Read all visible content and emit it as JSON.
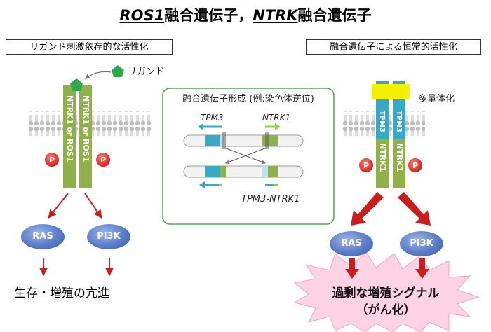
{
  "title": {
    "italic_part": "ROS1",
    "part2": "融合遺伝子，",
    "italic_part2": "NTRK",
    "part3": "融合遺伝子"
  },
  "left_panel": {
    "label": "リガンド刺激依存的な活性化",
    "ligand_label": "リガンド",
    "receptor_text": "NTRK1 or ROS1",
    "p_label": "P",
    "ras": "RAS",
    "pi3k": "PI3K",
    "result": "生存・増殖の亢進"
  },
  "center_panel": {
    "title": "融合遺伝子形成 (例:染色体逆位)",
    "gene1": "TPM3",
    "gene2": "NTRK1",
    "fusion": "TPM3-NTRK1"
  },
  "right_panel": {
    "label": "融合遺伝子による恒常的活性化",
    "dimer_label": "多量体化",
    "tpm3": "TPM3",
    "ntrk1": "NTRK1",
    "p_label": "P",
    "ras": "RAS",
    "pi3k": "PI3K",
    "result_line1": "過剰な増殖シグナル",
    "result_line2": "（がん化）"
  },
  "colors": {
    "receptor_green": "#8fb04a",
    "tpm3_blue": "#3aa7c4",
    "p_red": "#e8322e",
    "arrow_red": "#c81e1e",
    "ligand_green": "#2ea84a",
    "ras_blue": "#5a7bc8",
    "dimer_yellow": "#f4f000"
  }
}
